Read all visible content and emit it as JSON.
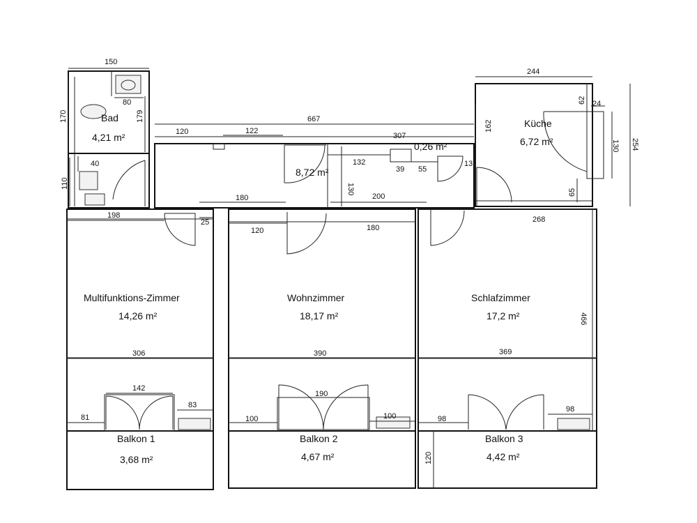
{
  "rooms": [
    {
      "name": "Bad",
      "area": "4,21 m²"
    },
    {
      "name": "",
      "area": "8,72 m²"
    },
    {
      "name": "",
      "area": "0,26 m²"
    },
    {
      "name": "Küche",
      "area": "6,72 m²"
    },
    {
      "name": "Multifunktions-Zimmer",
      "area": "14,26 m²"
    },
    {
      "name": "Wohnzimmer",
      "area": "18,17 m²"
    },
    {
      "name": "Schlafzimmer",
      "area": "17,2 m²"
    },
    {
      "name": "Balkon 1",
      "area": "3,68 m²"
    },
    {
      "name": "Balkon 2",
      "area": "4,67 m²"
    },
    {
      "name": "Balkon 3",
      "area": "4,42 m²"
    }
  ],
  "dimensions": [
    "150",
    "80",
    "170",
    "179",
    "40",
    "110",
    "667",
    "120",
    "122",
    "307",
    "132",
    "39",
    "55",
    "13",
    "130",
    "244",
    "62",
    "24",
    "162",
    "130",
    "254",
    "65",
    "198",
    "25",
    "180",
    "200",
    "120",
    "180",
    "268",
    "466",
    "306",
    "390",
    "369",
    "142",
    "81",
    "83",
    "190",
    "100",
    "100",
    "98",
    "98",
    "120"
  ]
}
